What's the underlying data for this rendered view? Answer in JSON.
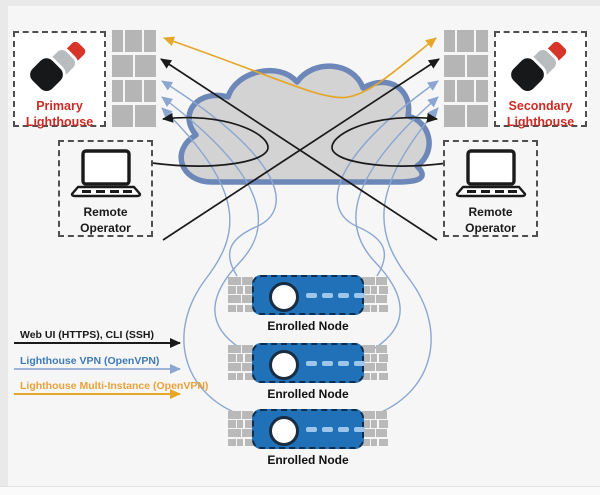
{
  "lighthouses": {
    "primary": {
      "label": "Primary Lighthouse"
    },
    "secondary": {
      "label": "Secondary Lighthouse"
    }
  },
  "operators": {
    "left": {
      "label": "Remote Operator"
    },
    "right": {
      "label": "Remote Operator"
    }
  },
  "nodes": [
    {
      "label": "Enrolled Node"
    },
    {
      "label": "Enrolled Node"
    },
    {
      "label": "Enrolled Node"
    }
  ],
  "legend": [
    {
      "label": "Web UI (HTTPS), CLI (SSH)",
      "color": "#1a1a1a"
    },
    {
      "label": "Lighthouse VPN (OpenVPN)",
      "color": "#8ba6d0",
      "text_color": "#3e7ab6"
    },
    {
      "label": "Lighthouse Multi-Instance (OpenVPN)",
      "color": "#e5a62a",
      "text_color": "#e9a23b"
    }
  ],
  "colors": {
    "background": "#f6f6f6",
    "brick_gray": "#b5b5b5",
    "cloud_fill": "#d3d3d3",
    "cloud_stroke": "#6d88b8",
    "node_blue": "#2171b8",
    "node_dash_blue": "#9dc6ea",
    "node_border": "#0d2d4e",
    "lighthouse_red": "#cc2b24",
    "line_black": "#1a1a1a",
    "line_blue": "#8ba6d0",
    "line_orange": "#e5a62a"
  }
}
